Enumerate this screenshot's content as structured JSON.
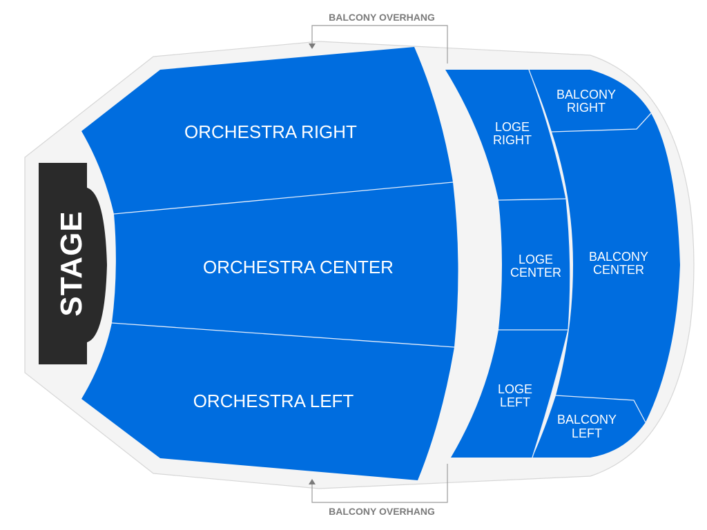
{
  "venue_map": {
    "stage": {
      "label": "STAGE"
    },
    "annotations": {
      "top_overhang": "BALCONY OVERHANG",
      "bottom_overhang": "BALCONY OVERHANG"
    },
    "orchestra": [
      {
        "id": "orchestra-right",
        "label": "ORCHESTRA RIGHT"
      },
      {
        "id": "orchestra-center",
        "label": "ORCHESTRA CENTER"
      },
      {
        "id": "orchestra-left",
        "label": "ORCHESTRA LEFT"
      }
    ],
    "loge": [
      {
        "id": "loge-right",
        "line1": "LOGE",
        "line2": "RIGHT"
      },
      {
        "id": "loge-center",
        "line1": "LOGE",
        "line2": "CENTER"
      },
      {
        "id": "loge-left",
        "line1": "LOGE",
        "line2": "LEFT"
      }
    ],
    "balcony": [
      {
        "id": "balcony-right",
        "line1": "BALCONY",
        "line2": "RIGHT"
      },
      {
        "id": "balcony-center",
        "line1": "BALCONY",
        "line2": "CENTER"
      },
      {
        "id": "balcony-left",
        "line1": "BALCONY",
        "line2": "LEFT"
      }
    ],
    "colors": {
      "section_fill": "#006ddf",
      "floor_fill": "#f4f4f4",
      "stage_fill": "#2a2a2a",
      "annotation_text": "#7a7a7a"
    }
  }
}
